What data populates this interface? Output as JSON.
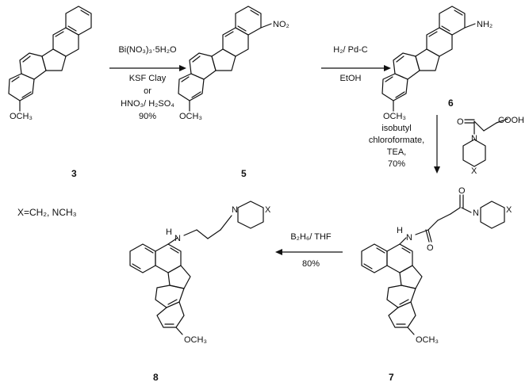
{
  "compounds": {
    "c3": {
      "number": "3",
      "ome": "OCH₃"
    },
    "c5": {
      "number": "5",
      "ome": "OCH₃",
      "nitro": "NO₂"
    },
    "c6": {
      "number": "6",
      "ome": "OCH₃",
      "amine": "NH₂"
    },
    "c7": {
      "number": "7",
      "ome": "OCH₃",
      "n_amide": "N",
      "h_amide": "H",
      "o_keto": "O",
      "o_amide": "O",
      "n_ring": "N",
      "x_ring": "X"
    },
    "c8": {
      "number": "8",
      "ome": "OCH₃",
      "n_amine": "N",
      "h_amine": "H",
      "n_ring": "N",
      "x_ring": "X"
    },
    "reagent": {
      "cooh": "COOH",
      "o_keto": "O",
      "n_ring": "N",
      "x_ring": "X"
    }
  },
  "steps": {
    "step1": {
      "conditions": [
        "Bi(NO₃)₃·5H₂O",
        "KSF Clay",
        "or",
        "HNO₃/ H₂SO₄",
        "90%"
      ]
    },
    "step2": {
      "conditions": [
        "H₂/ Pd-C",
        "EtOH"
      ]
    },
    "step3": {
      "conditions": [
        "isobutyl",
        "chloroformate,",
        "TEA,",
        "70%"
      ]
    },
    "step4": {
      "conditions": [
        "B₂H₆/ THF",
        "80%"
      ]
    }
  },
  "x_definition": "X=CH₂, NCH₃"
}
